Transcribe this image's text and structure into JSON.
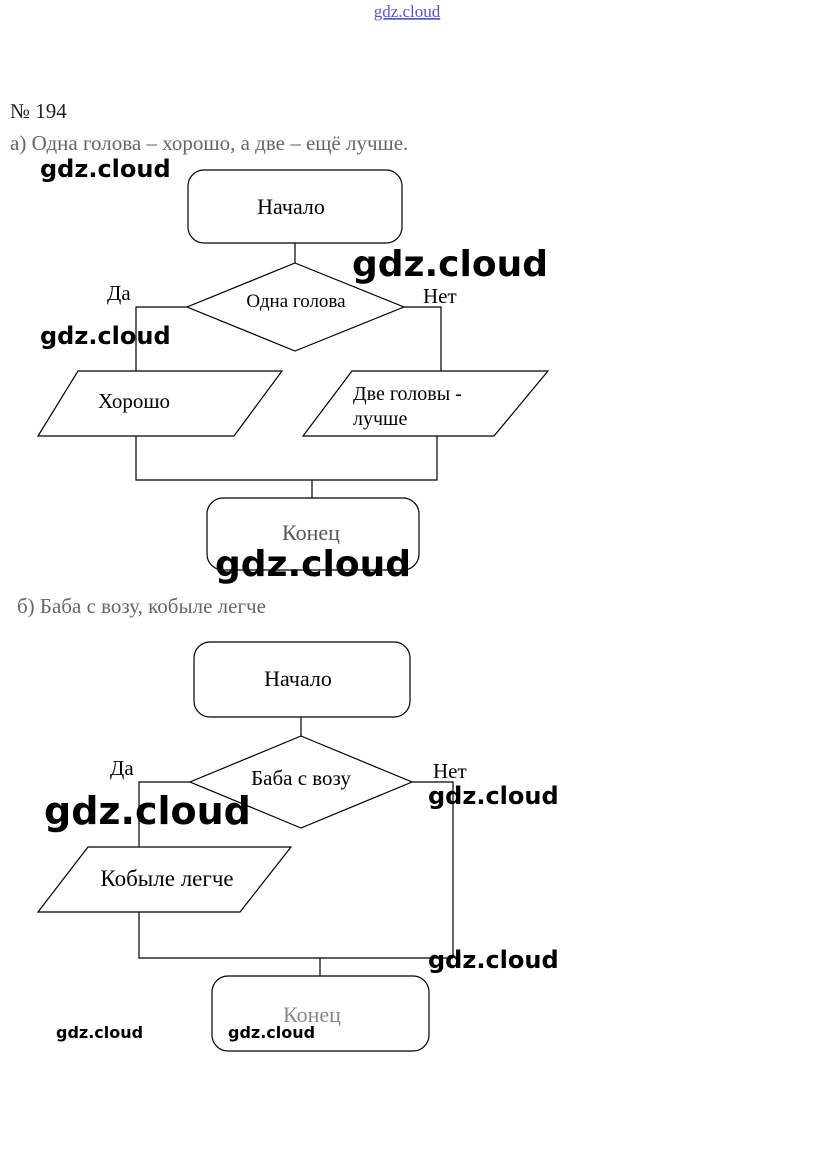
{
  "header": {
    "site_link": "gdz.cloud",
    "problem_number": "№ 194"
  },
  "part_a": {
    "caption": "а) Одна голова – хорошо, а две – ещё лучше.",
    "start_label": "Начало",
    "decision_label": "Одна голова",
    "yes_label": "Да",
    "no_label": "Нет",
    "yes_output_label": "Хорошо",
    "no_output_line1": "Две головы -",
    "no_output_line2": "лучше",
    "end_label": "Конец"
  },
  "part_b": {
    "caption": "б) Баба с возу, кобыле легче",
    "start_label": "Начало",
    "decision_label": "Баба с возу",
    "yes_label": "Да",
    "no_label": "Нет",
    "yes_output_label": "Кобыле легче",
    "end_label": "Конец"
  },
  "watermarks": [
    "gdz.cloud",
    "gdz.cloud",
    "gdz.cloud",
    "gdz.cloud",
    "gdz.cloud",
    "gdz.cloud",
    "gdz.cloud",
    "gdz.cloud",
    "gdz.cloud"
  ],
  "colors": {
    "site_link": "#5555cc",
    "caption_text": "#666666",
    "end_text_b": "#888888",
    "line": "#000000",
    "watermark": "#000000"
  }
}
